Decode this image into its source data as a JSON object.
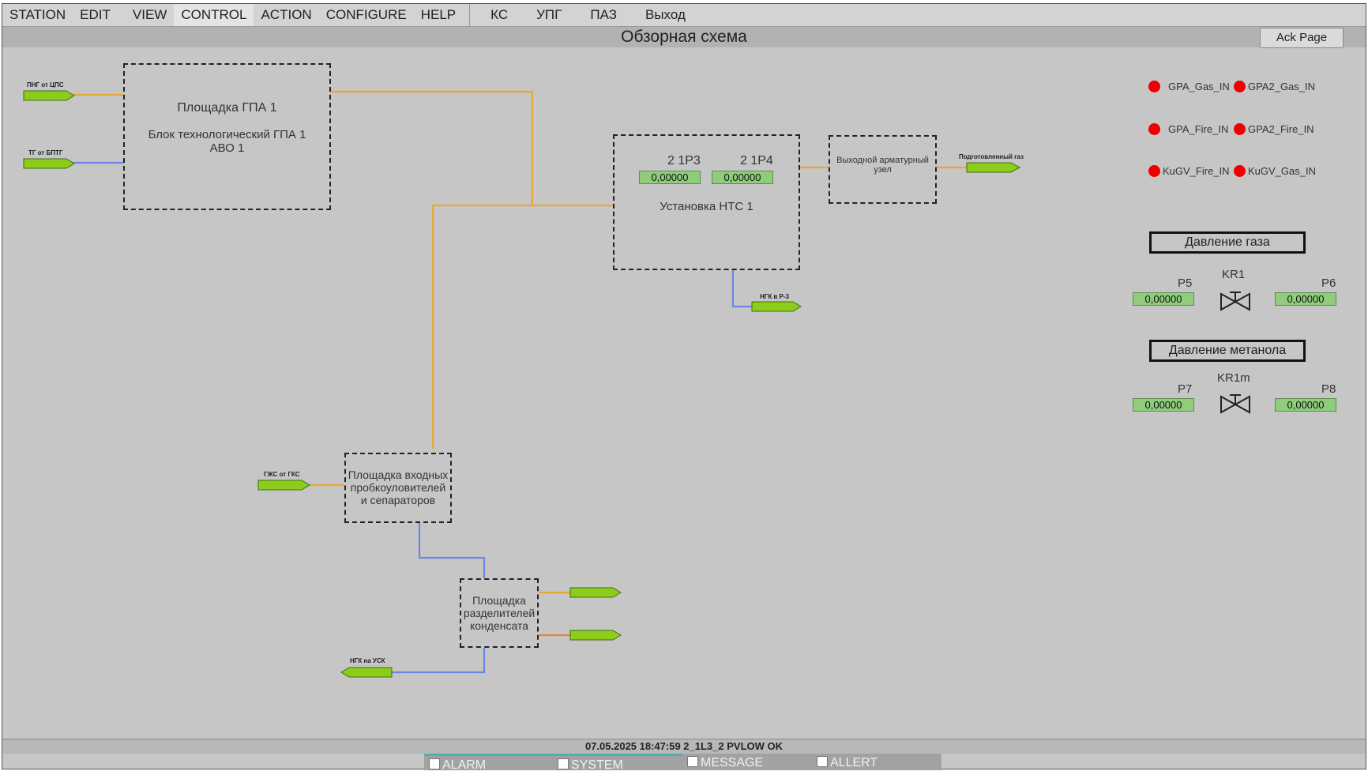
{
  "menu": {
    "items": [
      "STATION",
      "EDIT",
      "VIEW",
      "CONTROL",
      "ACTION",
      "CONFIGURE",
      "HELP"
    ],
    "items_ru": [
      "КС",
      "УПГ",
      "ПАЗ",
      "Выход"
    ]
  },
  "header": {
    "title": "Обзорная схема",
    "ack_label": "Ack Page"
  },
  "schematic": {
    "gpa": {
      "title": "Площадка ГПА 1",
      "line2": "Блок технологический ГПА 1",
      "line3": "АВО 1"
    },
    "nts": {
      "p3_label": "2 1Р3",
      "p4_label": "2 1Р4",
      "p3_value": "0,00000",
      "p4_value": "0,00000",
      "title": "Установка НТС 1"
    },
    "outlet": {
      "label": "Выходной арматурный узел"
    },
    "inlet": {
      "label": "Площадка входных пробкоуловителей и сепараторов"
    },
    "sep": {
      "label": "Площадка разделителей конденсата"
    },
    "arrows": {
      "png": "ПНГ от ЦПС",
      "tg": "ТГ от БПТГ",
      "prepared": "Подготовленный газ",
      "ngk_r3": "НГК в Р-3",
      "gzhs": "ГЖС от ГКС",
      "ngk_usk": "НГК на УСК"
    }
  },
  "indicators": [
    {
      "label": "GPA_Gas_IN",
      "color": "#ee0000"
    },
    {
      "label": "GPA2_Gas_IN",
      "color": "#ee0000"
    },
    {
      "label": "GPA_Fire_IN",
      "color": "#ee0000"
    },
    {
      "label": "GPA2_Fire_IN",
      "color": "#ee0000"
    },
    {
      "label": "KuGV_Fire_IN",
      "color": "#ee0000"
    },
    {
      "label": "KuGV_Gas_IN",
      "color": "#ee0000"
    }
  ],
  "gas_pressure": {
    "header": "Давление газа",
    "valve": "KR1",
    "p5_label": "P5",
    "p5_value": "0,00000",
    "p6_label": "P6",
    "p6_value": "0,00000"
  },
  "methanol_pressure": {
    "header": "Давление метанола",
    "valve": "KR1m",
    "p7_label": "P7",
    "p7_value": "0,00000",
    "p8_label": "P8",
    "p8_value": "0,00000"
  },
  "status": {
    "message": "07.05.2025 18:47:59  2_1L3_2 PVLOW OK"
  },
  "tabs": [
    "ALARM",
    "SYSTEM",
    "MESSAGE",
    "ALLERT"
  ],
  "colors": {
    "gas_line": "#e8a838",
    "water_line": "#6a86e6",
    "cond_line": "#e8803a",
    "arrow": "#8ccc1a"
  }
}
